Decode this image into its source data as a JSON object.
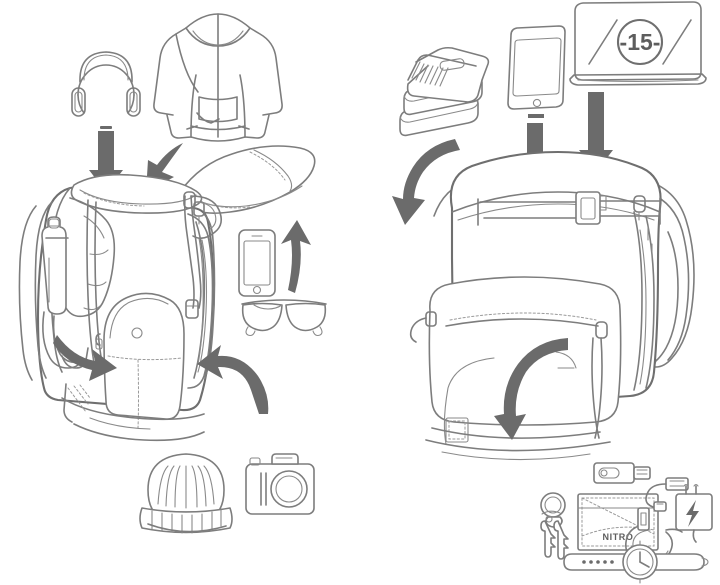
{
  "diagram": {
    "title": "Backpack loading diagram",
    "background_color": "#ffffff",
    "line_color": "#7d7d7d",
    "arrow_color": "#6b6b6b",
    "label_color": "#5d5d5d"
  },
  "panels": [
    {
      "id": "left",
      "name": "main-compartment-view",
      "subject": "backpack-open-main-compartment",
      "items": [
        {
          "name": "headphones",
          "label": "headphones",
          "position": "top-left"
        },
        {
          "name": "hoodie",
          "label": "hoodie",
          "position": "top-center"
        },
        {
          "name": "water-bottle",
          "label": "water bottle",
          "position": "side-pocket"
        },
        {
          "name": "smartphone",
          "label": "smartphone",
          "position": "right"
        },
        {
          "name": "sunglasses",
          "label": "sunglasses",
          "position": "right"
        },
        {
          "name": "beanie",
          "label": "beanie",
          "position": "bottom-center"
        },
        {
          "name": "camera",
          "label": "camera",
          "position": "bottom-right"
        }
      ],
      "arrows": [
        {
          "name": "arrow-headphones-into-main",
          "type": "straight-down"
        },
        {
          "name": "arrow-hoodie-into-main",
          "type": "curved-down"
        },
        {
          "name": "arrow-bottle-into-side-pocket",
          "type": "curved-right"
        },
        {
          "name": "arrow-phone-into-top-pocket",
          "type": "curved-up"
        },
        {
          "name": "arrow-camera-into-front-pocket",
          "type": "curved-up-left"
        }
      ]
    },
    {
      "id": "right",
      "name": "laptop-compartment-view",
      "subject": "backpack-front-view",
      "items": [
        {
          "name": "books",
          "label": "books",
          "position": "top-left"
        },
        {
          "name": "tablet",
          "label": "tablet",
          "position": "top-center"
        },
        {
          "name": "laptop",
          "label": "laptop",
          "position": "top-right",
          "screen_text": "-15-"
        },
        {
          "name": "usb-stick",
          "label": "usb stick",
          "position": "bottom"
        },
        {
          "name": "keys",
          "label": "keys",
          "position": "bottom-left"
        },
        {
          "name": "wallet",
          "label": "wallet",
          "position": "bottom-center",
          "brand_text": "NITRO"
        },
        {
          "name": "usb-cable",
          "label": "usb cable",
          "position": "bottom-right"
        },
        {
          "name": "wall-charger",
          "label": "wall charger",
          "position": "bottom-right"
        },
        {
          "name": "wristwatch",
          "label": "wristwatch",
          "position": "bottom"
        }
      ],
      "arrows": [
        {
          "name": "arrow-books-into-compartment",
          "type": "curved-down-right"
        },
        {
          "name": "arrow-tablet-into-compartment",
          "type": "straight-down"
        },
        {
          "name": "arrow-laptop-into-compartment",
          "type": "straight-down"
        },
        {
          "name": "arrow-accessories-into-front-pocket",
          "type": "curved-up-left"
        }
      ]
    }
  ],
  "text_labels": {
    "laptop_size": "-15-",
    "wallet_brand": "NITRO"
  }
}
